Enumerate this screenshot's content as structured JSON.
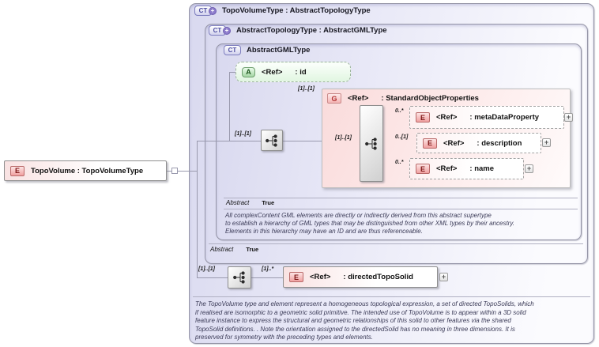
{
  "icons": {
    "complex_type": "CT",
    "element": "E",
    "attribute": "A",
    "group": "G",
    "plus": "+"
  },
  "root_element": {
    "label": "TopoVolume : TopoVolumeType"
  },
  "topo_volume_type": {
    "title": "TopoVolumeType : AbstractTopologyType",
    "annotation": [
      "The TopoVolume type and element represent a homogeneous topological expression, a set of directed TopoSolids, which",
      "if realised are isomorphic to a geometric solid primitive. The intended use of TopoVolume is to appear within a 3D solid",
      "feature instance to express the structural and geometric relationships of this solid to other features via the shared",
      "TopoSolid definitions. . Note the orientation assigned to the directedSolid has no meaning in three dimensions. It is",
      "preserved for symmetry with the preceding types and elements."
    ]
  },
  "abstract_topology_type": {
    "title": "AbstractTopologyType : AbstractGMLType",
    "facet_label": "Abstract",
    "facet_value": "True"
  },
  "abstract_gml_type": {
    "title": "AbstractGMLType",
    "facet_label": "Abstract",
    "facet_value": "True",
    "annotation": [
      "All complexContent GML elements are directly or indirectly derived from this abstract supertype",
      "to establish a hierarchy of GML types that may be distinguished from other XML types by their ancestry.",
      "Elements in this hierarchy may have an ID and are thus referenceable."
    ],
    "attribute": {
      "ref": "<Ref>",
      "name": ": id"
    },
    "sequence_occurrence": "[1]..[1]",
    "group": {
      "occurrence": "[1]..[1]",
      "ref": "<Ref>",
      "name": ": StandardObjectProperties",
      "sequence_occurrence": "[1]..[1]",
      "children": [
        {
          "occurrence": "0..*",
          "ref": "<Ref>",
          "name": ": metaDataProperty"
        },
        {
          "occurrence": "0..[1]",
          "ref": "<Ref>",
          "name": ": description"
        },
        {
          "occurrence": "0..*",
          "ref": "<Ref>",
          "name": ": name"
        }
      ]
    }
  },
  "topo_volume_content": {
    "sequence_occurrence": "[1]..[1]",
    "child_occurrence": "[1]..*",
    "child": {
      "ref": "<Ref>",
      "name": ": directedTopoSolid"
    }
  }
}
